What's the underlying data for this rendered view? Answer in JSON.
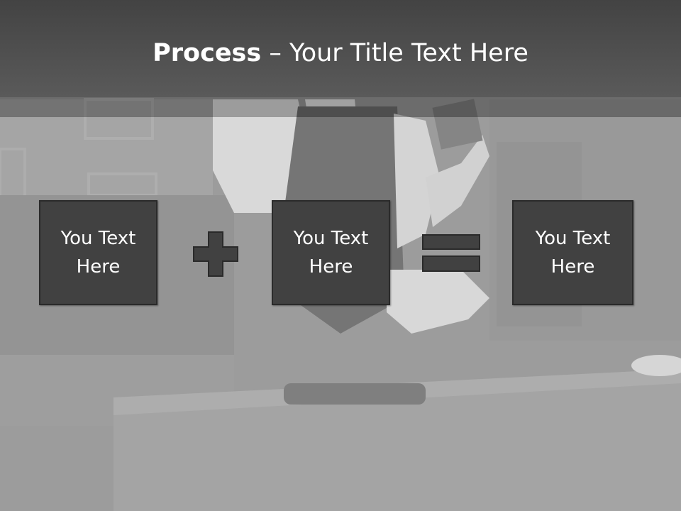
{
  "slide": {
    "title_bold": "Process",
    "title_rest": " – Your Title Text Here",
    "background": "black-and-white-photo",
    "boxes": [
      {
        "label": "You Text\nHere"
      },
      {
        "label": "You Text\nHere"
      },
      {
        "label": "You Text\nHere"
      }
    ],
    "operators": [
      "plus-icon",
      "equals-icon"
    ],
    "colors": {
      "title_bar": "#4d4d4d",
      "box_fill": "#414141",
      "box_border": "#2a2a2a",
      "text": "#ffffff"
    }
  }
}
